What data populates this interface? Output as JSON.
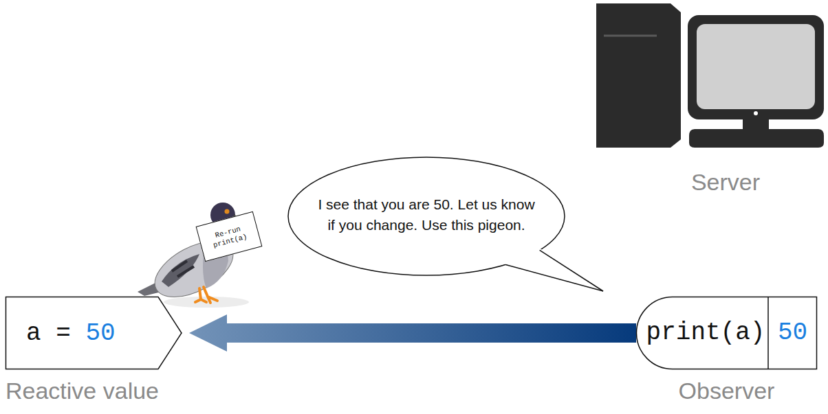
{
  "diagram": {
    "nodes": [
      {
        "text": [
          "a =",
          "50",
          "Reactive value"
        ]
      },
      {
        "text": [
          "I see that you are 50. Let us know if you change. Use this pigeon."
        ]
      },
      {
        "text": [
          "Re-run print(a)"
        ]
      },
      {
        "text": [
          "print(a)",
          "50",
          "Observer"
        ]
      }
    ],
    "edges": [
      {
        "from": 3,
        "to": 0,
        "arrow": "to"
      }
    ],
    "labels": [
      "Server"
    ]
  }
}
